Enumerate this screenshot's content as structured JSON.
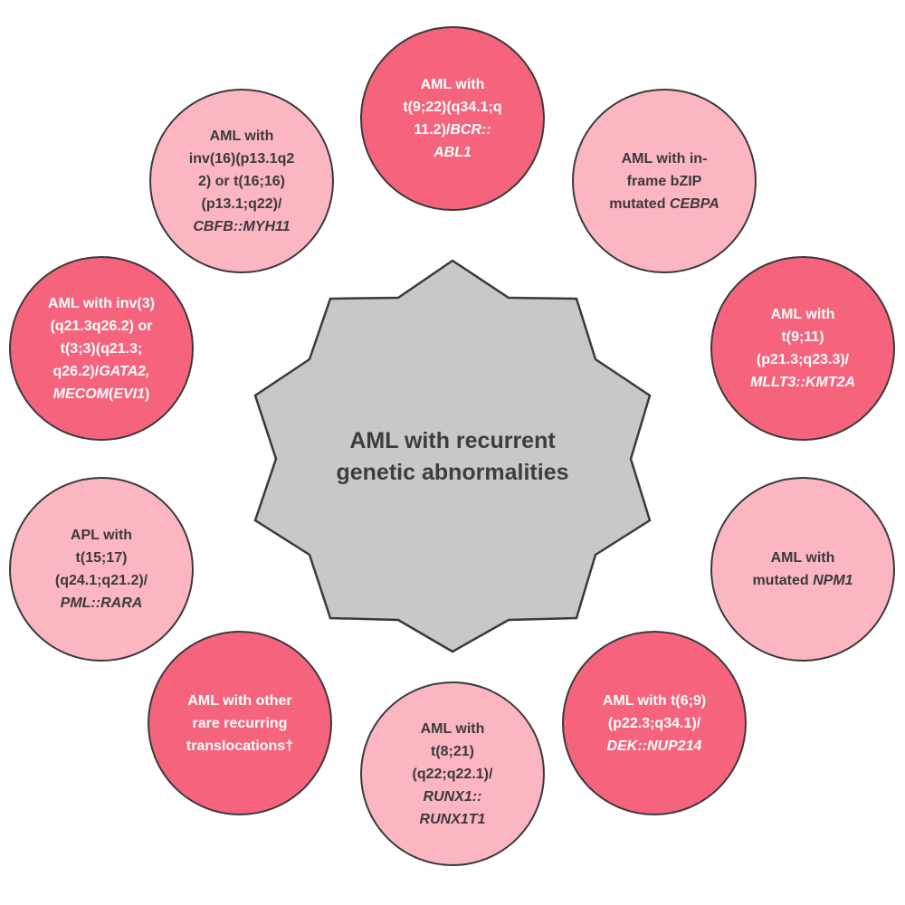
{
  "center": {
    "lines": [
      "AML with recurrent",
      "genetic abnormalities"
    ],
    "fill": "#c8c8c8",
    "stroke": "#3a3a3a"
  },
  "colors": {
    "dark": "#f5647c",
    "light": "#fbb6c2"
  },
  "circles": [
    {
      "tone": "dark",
      "lines": [
        [
          {
            "t": "AML with"
          }
        ],
        [
          {
            "t": "t(9;22)(q34.1;q"
          }
        ],
        [
          {
            "t": "11.2)/"
          },
          {
            "t": "BCR::",
            "i": true
          }
        ],
        [
          {
            "t": "ABL1",
            "i": true
          }
        ]
      ]
    },
    {
      "tone": "light",
      "lines": [
        [
          {
            "t": "AML with in-"
          }
        ],
        [
          {
            "t": "frame bZIP"
          }
        ],
        [
          {
            "t": "mutated "
          },
          {
            "t": "CEBPA",
            "i": true
          }
        ]
      ]
    },
    {
      "tone": "dark",
      "lines": [
        [
          {
            "t": "AML with"
          }
        ],
        [
          {
            "t": "t(9;11)"
          }
        ],
        [
          {
            "t": "(p21.3;q23.3)/"
          }
        ],
        [
          {
            "t": "MLLT3::KMT2A",
            "i": true
          }
        ]
      ]
    },
    {
      "tone": "light",
      "lines": [
        [
          {
            "t": "AML with"
          }
        ],
        [
          {
            "t": "mutated "
          },
          {
            "t": "NPM1",
            "i": true
          }
        ]
      ]
    },
    {
      "tone": "dark",
      "lines": [
        [
          {
            "t": "AML with t(6;9)"
          }
        ],
        [
          {
            "t": "(p22.3;q34.1)/"
          }
        ],
        [
          {
            "t": "DEK::NUP214",
            "i": true
          }
        ]
      ]
    },
    {
      "tone": "light",
      "lines": [
        [
          {
            "t": "AML with"
          }
        ],
        [
          {
            "t": "t(8;21)"
          }
        ],
        [
          {
            "t": "(q22;q22.1)/"
          }
        ],
        [
          {
            "t": "RUNX1::",
            "i": true
          }
        ],
        [
          {
            "t": "RUNX1T1",
            "i": true
          }
        ]
      ]
    },
    {
      "tone": "dark",
      "lines": [
        [
          {
            "t": "AML with other"
          }
        ],
        [
          {
            "t": "rare recurring"
          }
        ],
        [
          {
            "t": "translocations†"
          }
        ]
      ]
    },
    {
      "tone": "light",
      "lines": [
        [
          {
            "t": "APL with"
          }
        ],
        [
          {
            "t": "t(15;17)"
          }
        ],
        [
          {
            "t": "(q24.1;q21.2)/"
          }
        ],
        [
          {
            "t": "PML::RARA",
            "i": true
          }
        ]
      ]
    },
    {
      "tone": "dark",
      "lines": [
        [
          {
            "t": "AML with inv(3)"
          }
        ],
        [
          {
            "t": "(q21.3q26.2) or"
          }
        ],
        [
          {
            "t": "t(3;3)(q21.3;"
          }
        ],
        [
          {
            "t": "q26.2)/"
          },
          {
            "t": "GATA2,",
            "i": true
          }
        ],
        [
          {
            "t": "MECOM",
            "i": true
          },
          {
            "t": "("
          },
          {
            "t": "EVI1",
            "i": true
          },
          {
            "t": ")"
          }
        ]
      ]
    },
    {
      "tone": "light",
      "lines": [
        [
          {
            "t": "AML with"
          }
        ],
        [
          {
            "t": "inv(16)(p13.1q2"
          }
        ],
        [
          {
            "t": "2) or  t(16;16)"
          }
        ],
        [
          {
            "t": "(p13.1;q22)/"
          }
        ],
        [
          {
            "t": "CBFB::MYH11",
            "i": true
          }
        ]
      ]
    }
  ]
}
